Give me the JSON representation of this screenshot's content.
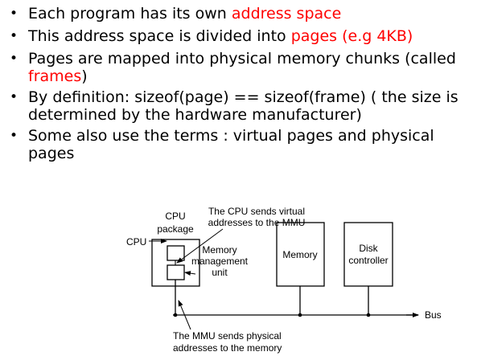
{
  "bullets": [
    {
      "parts": [
        {
          "text": "Each program has its own ",
          "red": false
        },
        {
          "text": "address space",
          "red": true
        }
      ]
    },
    {
      "parts": [
        {
          "text": "This address space is divided into ",
          "red": false
        },
        {
          "text": "pages (e.g 4KB)",
          "red": true
        }
      ]
    },
    {
      "parts": [
        {
          "text": "Pages are mapped into physical memory chunks (called ",
          "red": false
        },
        {
          "text": "frames",
          "red": true
        },
        {
          "text": ")",
          "red": false
        }
      ]
    },
    {
      "parts": [
        {
          "text": "By definition:  sizeof(page) == sizeof(frame) ( the size is determined by the hardware manufacturer)",
          "red": false
        }
      ]
    },
    {
      "parts": [
        {
          "text": "Some also use the terms : virtual pages and physical pages",
          "red": false
        }
      ]
    }
  ],
  "colors": {
    "highlight": "#ff0000",
    "text": "#000000"
  },
  "diagram": {
    "cpu_package_label": [
      "CPU",
      "package"
    ],
    "cpu_label": "CPU",
    "mmu_label": [
      "Memory",
      "management",
      "unit"
    ],
    "memory_label": "Memory",
    "disk_label": [
      "Disk",
      "controller"
    ],
    "bus_label": "Bus",
    "top_caption": [
      "The CPU sends virtual",
      "addresses to the MMU"
    ],
    "bottom_caption": [
      "The MMU sends physical",
      "addresses to the memory"
    ]
  }
}
